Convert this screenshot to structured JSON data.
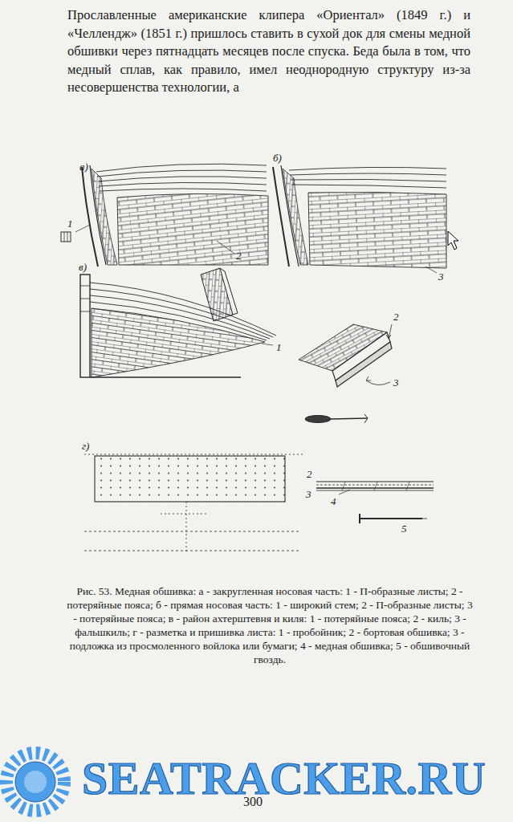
{
  "diagram": {
    "caption": "Рис. 53. Медная обшивка: а - закругленная носовая часть: 1 - П-образные листы; 2 - потеряйные пояса; б - прямая носовая часть: 1 - широкий стем; 2 - П-образные листы; 3 - потеряйные пояса; в - район ахтерштевня и киля: 1 - потеряйные пояса; 2 - киль; 3 - фальшкиль; г - разметка и пришивка листа: 1 - пробойник; 2 - бортовая обшивка; 3 - подложка из просмоленного войлока или бумаги; 4 - медная обшивка; 5 - обшивочный гвоздь.",
    "labels": [
      "Прославленные американские клипера «Ориентал» (1849 г.) и «Челлендж» (1851 г.) пришлось ставить в сухой док для смены медной обшивки через пятнадцать месяцев после спуска. Беда была в том, что медный сплав, как правило, имел неоднородную структуру из-за несовершенства технологии, а",
      "а)",
      "1",
      "2",
      "б)",
      "3",
      "в)",
      "1",
      "2",
      "3",
      "г)",
      "2",
      "3",
      "4",
      "5",
      "300",
      "SEATRACKER.RU"
    ]
  }
}
